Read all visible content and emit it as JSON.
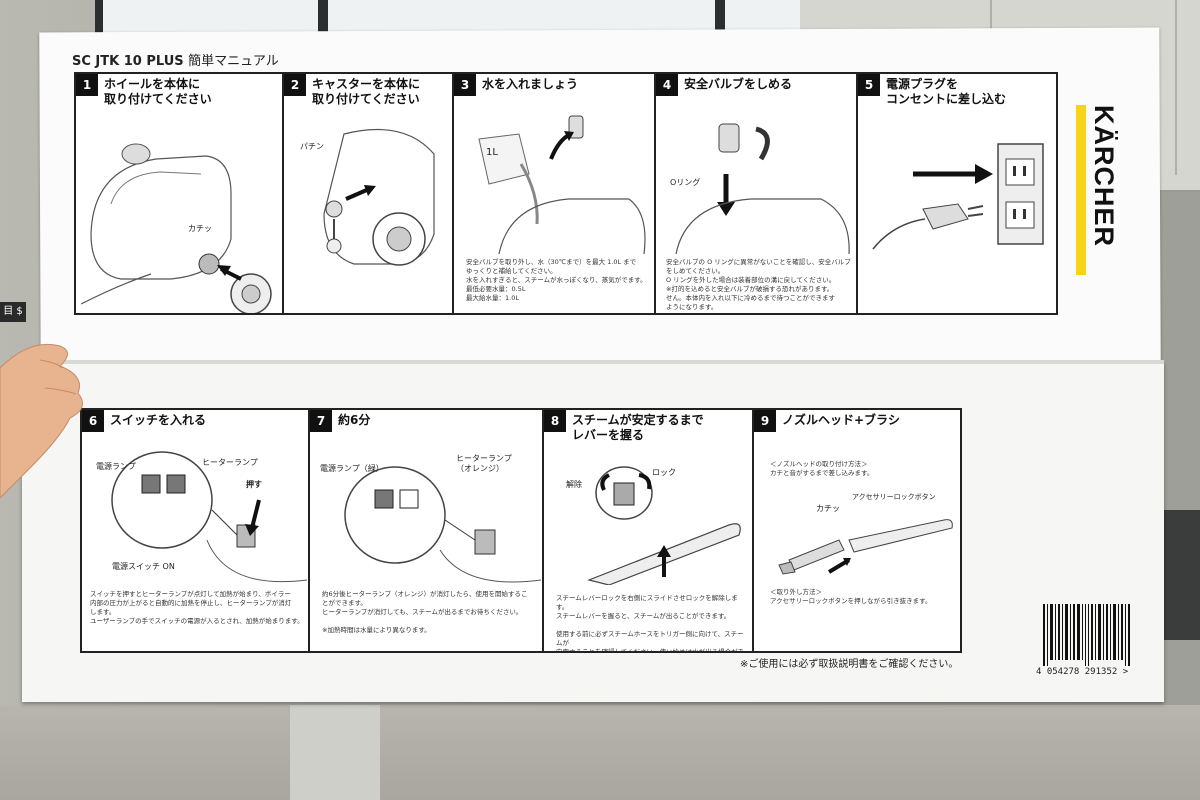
{
  "photo": {
    "wall_sign": "目 $"
  },
  "manual": {
    "title_product": "SC JTK 10 PLUS",
    "title_suffix": "簡単マニュアル",
    "brand": "KÄRCHER",
    "brand_color": "#f7d417",
    "footer_note": "※ご使用には必ず取扱説明書をご確認ください。",
    "barcode_number": "4 054278 291352 >"
  },
  "steps": [
    {
      "num": "1",
      "title": "ホイールを本体に\n取り付けてください",
      "labels": [
        "カチッ"
      ],
      "note": ""
    },
    {
      "num": "2",
      "title": "キャスターを本体に\n取り付けてください",
      "labels": [
        "パチン"
      ],
      "note": ""
    },
    {
      "num": "3",
      "title": "水を入れましょう",
      "labels": [
        "1L"
      ],
      "note": "安全バルブを取り外し、水（30℃まで）を最大 1.0L まで\nゆっくりと補給してください。\n水を入れすぎると、スチームが水っぽくなり、蒸気がでます。\n最低必要水量：0.5L\n最大給水量：1.0L"
    },
    {
      "num": "4",
      "title": "安全バルブをしめる",
      "labels": [
        "Oリング"
      ],
      "note": "安全バルブの O リングに異常がないことを確認し、安全バルブ\nをしめてください。\nO リングを外した場合は装着部位の溝に戻してください。\n※打的を込めると安全バルブが破損する恐れがあります。\nせん。本体内を入れ以下に冷めるまで待つことができます\nようになります。"
    },
    {
      "num": "5",
      "title": "電源プラグを\nコンセントに差し込む",
      "labels": [],
      "note": ""
    },
    {
      "num": "6",
      "title": "スイッチを入れる",
      "labels": [
        "電源ランプ",
        "ヒーターランプ",
        "押す",
        "電源スイッチ ON"
      ],
      "note": "スイッチを押すとヒーターランプが点灯して加熱が始まり、ボイラー\n内部の圧力が上がると自動的に加熱を停止し、ヒーターランプが消灯\nします。\nユーザーランプの手でスイッチの電源が入るとされ、加熱が始まります。"
    },
    {
      "num": "7",
      "title": "約6分",
      "labels": [
        "電源ランプ（緑）",
        "ヒーターランプ\n（オレンジ）"
      ],
      "note": "約6分後ヒーターランプ（オレンジ）が消灯したら、使用を開始するこ\nとができます。\nヒーターランプが消灯しても、スチームが出るまでお待ちください。\n\n※加熱時間は水量により異なります。"
    },
    {
      "num": "8",
      "title": "スチームが安定するまで\nレバーを握る",
      "labels": [
        "解除",
        "ロック"
      ],
      "note": "スチームレバーロックを右側にスライドさせロックを解除します。\nスチームレバーを握ると、スチームが出ることができます。\n\n使用する前に必ずスチームホースをトリガー側に向けて、スチームが\n安定することを確認してください。使い始めは水が出る場合があります。"
    },
    {
      "num": "9",
      "title": "ノズルヘッド+ブラシ",
      "labels": [
        "＜ノズルヘッドの取り付け方法＞\nカチと音がするまで差し込みます。",
        "アクセサリーロックボタン",
        "カチッ",
        "＜取り外し方法＞\nアクセサリーロックボタンを押しながら引き抜きます。"
      ],
      "note": ""
    }
  ]
}
